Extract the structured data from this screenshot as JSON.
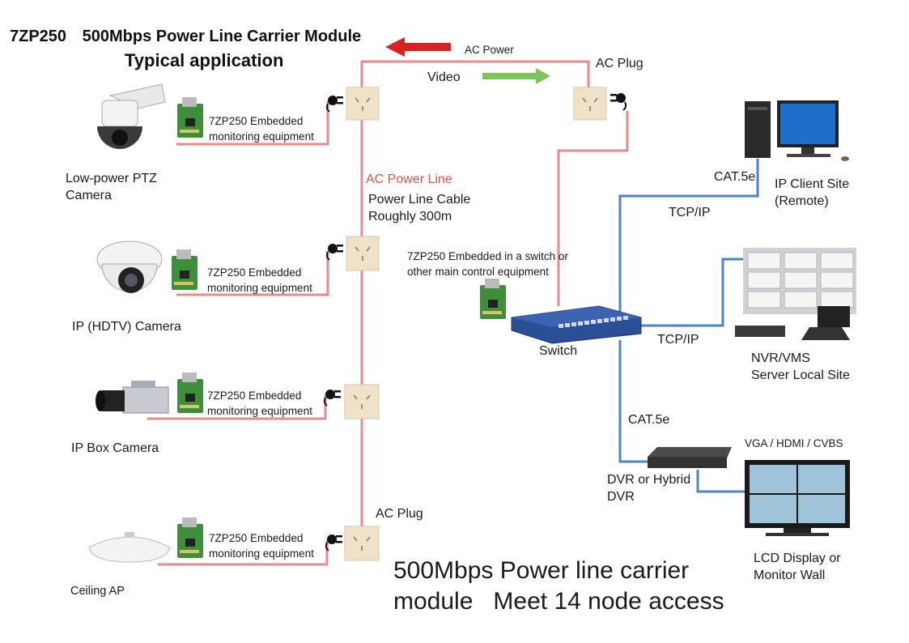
{
  "title": {
    "product": "7ZP250",
    "name": "500Mbps Power Line Carrier Module",
    "subtitle": "Typical application"
  },
  "top": {
    "ac_power": "AC Power",
    "ac_plug": "AC Plug",
    "video": "Video"
  },
  "power_line": {
    "label": "AC Power Line",
    "cable_line1": "Power Line Cable",
    "cable_line2": "Roughly 300m"
  },
  "module": {
    "line1": "7ZP250 Embedded",
    "line2": "monitoring equipment"
  },
  "devices": {
    "ptz_line1": "Low-power PTZ",
    "ptz_line2": "Camera",
    "hdtv": "IP (HDTV) Camera",
    "box": "IP Box Camera",
    "ceiling": "Ceiling AP"
  },
  "bottom_plug": "AC Plug",
  "switch_note": {
    "line1": "7ZP250 Embedded in a switch or",
    "line2": "other main control equipment"
  },
  "switch_label": "Switch",
  "network": {
    "cat5e_top": "CAT.5e",
    "tcpip_top": "TCP/IP",
    "tcpip_mid": "TCP/IP",
    "cat5e_bottom": "CAT.5e",
    "client_line1": "IP Client Site",
    "client_line2": "(Remote)",
    "nvr_line1": "NVR/VMS",
    "nvr_line2": "Server Local Site",
    "dvr_line1": "DVR or Hybrid",
    "dvr_line2": "DVR",
    "vga": "VGA / HDMI / CVBS",
    "lcd_line1": "LCD Display or",
    "lcd_line2": "Monitor Wall"
  },
  "footer": {
    "line1": "500Mbps Power line carrier",
    "line2": "module   Meet 14 node access"
  },
  "colors": {
    "power_line": "#e8898b",
    "network_line": "#4a86c5",
    "arrow_red": "#d9231f",
    "arrow_green": "#7dc55a",
    "socket": "#efe2c9",
    "pcb": "#3f8f3a"
  }
}
